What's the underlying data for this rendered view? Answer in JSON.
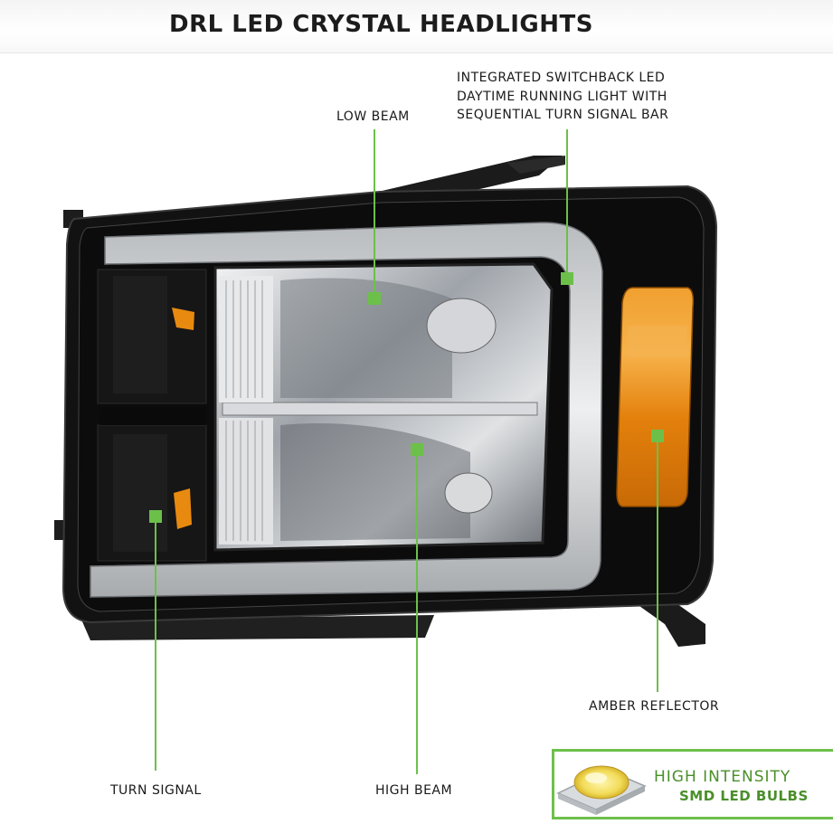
{
  "title": "DRL LED CRYSTAL HEADLIGHTS",
  "callouts": {
    "low_beam": "LOW BEAM",
    "drl": [
      "INTEGRATED SWITCHBACK LED",
      "DAYTIME RUNNING LIGHT WITH",
      "SEQUENTIAL TURN SIGNAL BAR"
    ],
    "amber_reflector": "AMBER REFLECTOR",
    "turn_signal": "TURN SIGNAL",
    "high_beam": "HIGH BEAM"
  },
  "badge": {
    "line1": "HIGH INTENSITY",
    "line2": "SMD LED BULBS"
  },
  "colors": {
    "accent_green": "#6cc04a",
    "amber": "#e88a10",
    "housing": "#151515",
    "chrome": "#c9ccd0"
  }
}
